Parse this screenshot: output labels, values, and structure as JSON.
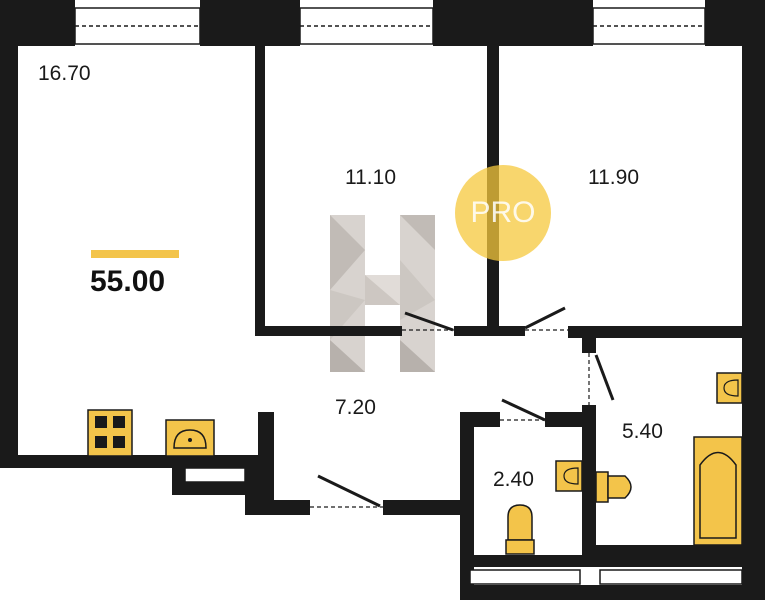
{
  "total_area": "55.00",
  "badge": "PRO",
  "rooms": {
    "room_left": "16.70",
    "room_middle": "11.10",
    "room_right": "11.90",
    "hall": "7.20",
    "bathroom": "5.40",
    "toilet": "2.40"
  },
  "colors": {
    "wall": "#1a1a1a",
    "fixture": "#f3c44a",
    "badge": "#f6c83c",
    "watermark": "#9e948b"
  },
  "icons": [
    "stove-icon",
    "kitchen-sink-icon",
    "washbasin-icon",
    "toilet-icon",
    "bathtub-icon",
    "logo-watermark"
  ]
}
